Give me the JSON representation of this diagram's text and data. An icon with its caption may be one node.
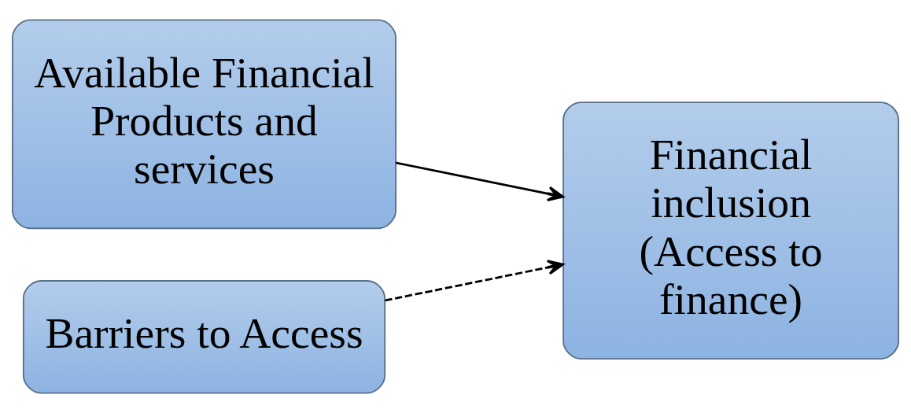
{
  "diagram": {
    "nodes": [
      {
        "text": [
          "Available Financial Products and services"
        ]
      },
      {
        "text": [
          "Barriers to Access"
        ]
      },
      {
        "text": [
          "Financial inclusion (Access to finance)"
        ]
      }
    ],
    "edges": [
      {
        "from": 0,
        "to": 2,
        "arrow": "to"
      },
      {
        "from": 1,
        "to": 2,
        "arrow": "to",
        "style": "dashed"
      }
    ]
  }
}
